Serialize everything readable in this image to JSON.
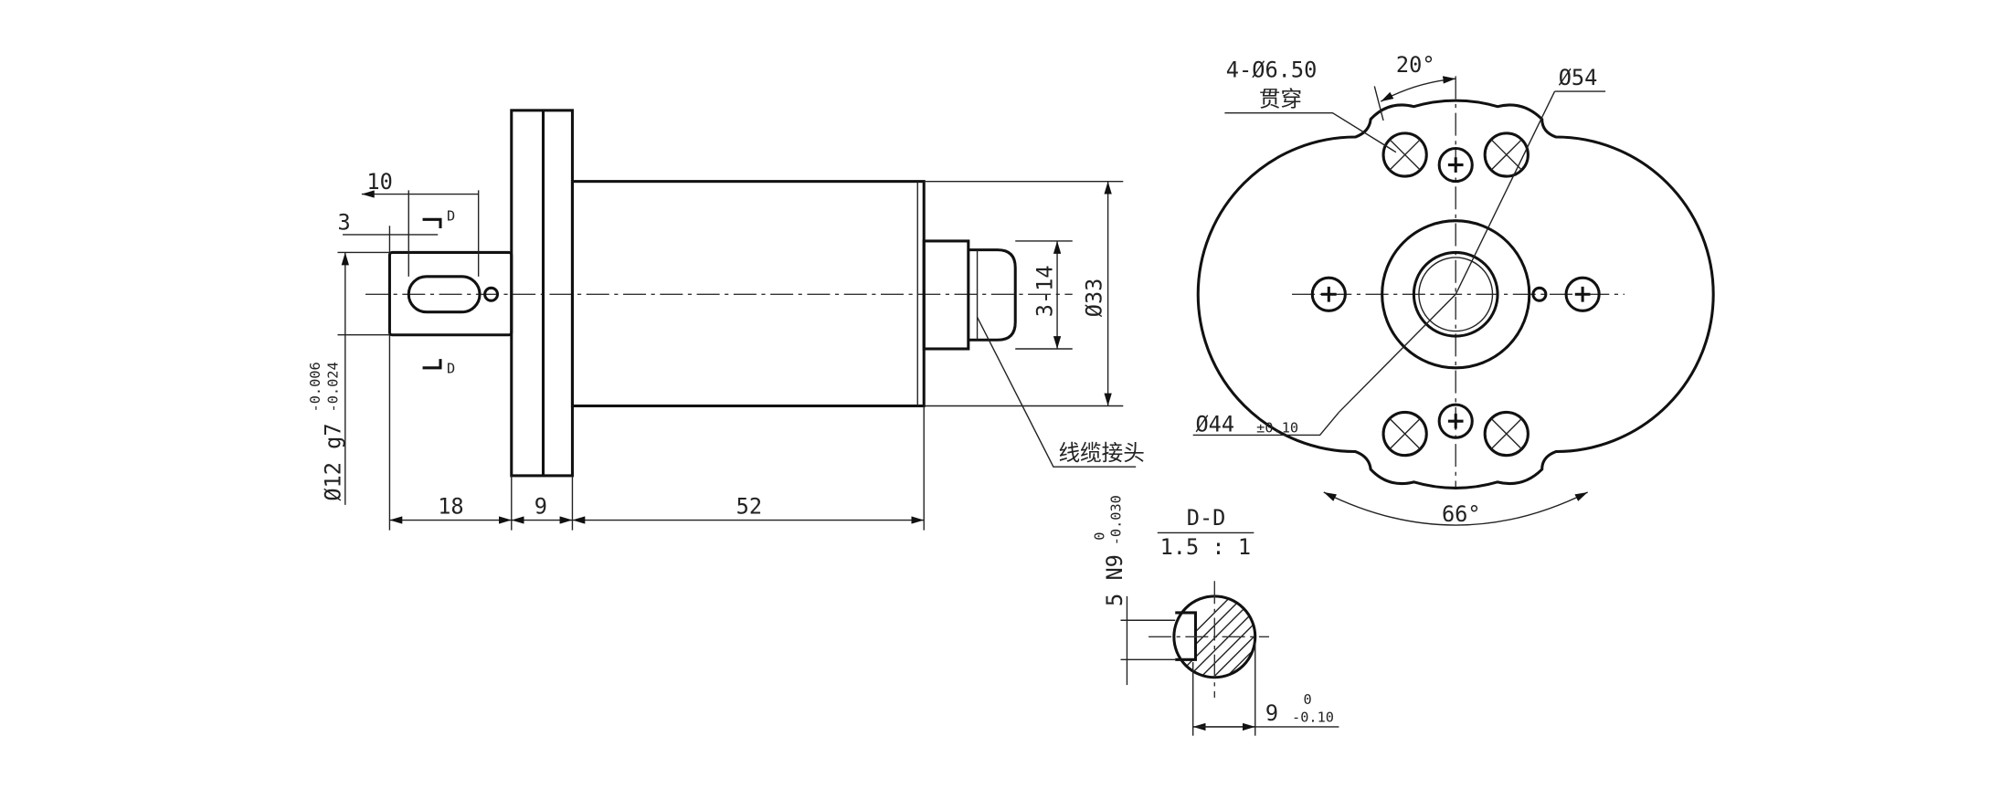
{
  "side_view": {
    "dim_slot_length": "10",
    "dim_slot_offset": "3",
    "section_mark": "D",
    "dim_shaft_dia": "Ø12 g7",
    "dim_shaft_tol_upper": "-0.006",
    "dim_shaft_tol_lower": "-0.024",
    "dim_shaft_length": "18",
    "dim_flange_thickness": "9",
    "dim_body_length": "52",
    "dim_connector": "3-14",
    "dim_body_dia": "Ø33",
    "cable_label": "线缆接头"
  },
  "front_view": {
    "holes_label": "4-Ø6.50",
    "holes_note": "贯穿",
    "angle_top": "20°",
    "dim_outer": "Ø54",
    "dim_pcd": "Ø44",
    "dim_pcd_tol": "±0.10",
    "angle_bottom": "66°"
  },
  "section": {
    "title": "D-D",
    "scale": "1.5 : 1",
    "dim_key_width": "5 N9",
    "dim_key_tol_upper": "0",
    "dim_key_tol_lower": "-0.030",
    "dim_depth": "9",
    "dim_depth_tol_upper": "0",
    "dim_depth_tol_lower": "-0.10"
  }
}
